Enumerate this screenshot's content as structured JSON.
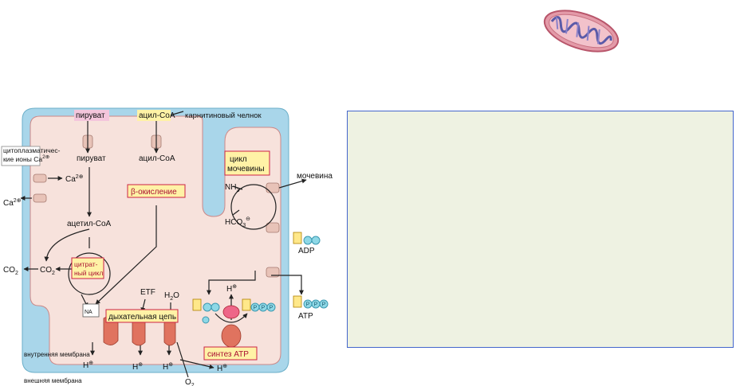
{
  "diagram": {
    "labels": {
      "pyruvate_top": "пируват",
      "acylcoa_top": "ацил-СоА",
      "carnitine": "карнитиновый челнок",
      "ca_ions_1": "цитоплазматичес-",
      "ca_ions_2": "кие ионы Са",
      "ca_plus": "2⊕",
      "pyruvate_in": "пируват",
      "acylcoa_in": "ацил-СоА",
      "urea_cycle_1": "цикл",
      "urea_cycle_2": "мочевины",
      "urea": "мочевина",
      "ca2_in": "Ca",
      "ca2_in_sup": "2⊕",
      "ca2_out": "Ca",
      "ca2_out_sup": "2⊕",
      "beta_ox": "β-окисление",
      "nh3": "NH",
      "nh3_sub": "3",
      "hco3": "HCO",
      "hco3_sub": "3",
      "hco3_sup": "⊖",
      "acetylcoa": "ацетил-СоА",
      "adp": "ADP",
      "co2_out": "CO",
      "co2_out_sub": "2",
      "co2_in": "CO",
      "co2_in_sub": "2",
      "citrate_1": "цитрат-",
      "citrate_2": "ный цикл",
      "etf": "ETF",
      "h2o": "H",
      "h2o_sub": "2",
      "h2o_o": "O",
      "h_top": "H",
      "h_top_sup": "⊕",
      "atp": "ATP",
      "resp_chain": "дыхательная цепь",
      "nad": "NA",
      "inner_membrane": "внутренняя мембрана",
      "h1": "H",
      "h1_sup": "⊕",
      "h2": "H",
      "h2_sup": "⊕",
      "h3": "H",
      "h3_sup": "⊕",
      "h4": "H",
      "h4_sup": "⊕",
      "atp_synth": "синтез АТР",
      "outer_membrane": "внешняя мембрана",
      "o2": "O",
      "o2_sub": "2",
      "p": "P"
    }
  },
  "colors": {
    "cell_fill": "#f7e2dc",
    "membrane": "#a9d6ea",
    "label_box": "#fff2a6",
    "pink_tag": "#f4c6dc",
    "accent_red": "#cc2244",
    "info_box_bg": "#eef2e2",
    "info_box_border": "#4466cc"
  },
  "icons": [
    "mitochondrion-icon",
    "adp-molecule-icon",
    "atp-molecule-icon",
    "atp-synthase-icon"
  ]
}
